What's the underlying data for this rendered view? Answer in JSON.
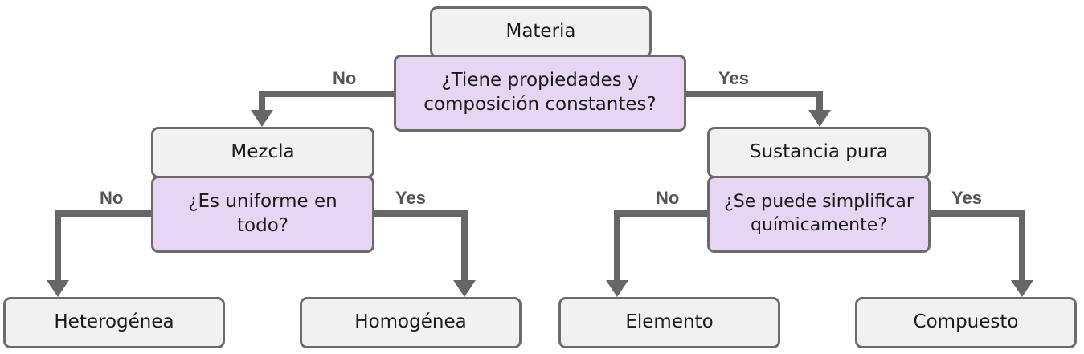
{
  "nodes": {
    "materia": "Materia",
    "q_constantes": "¿Tiene propiedades y composición constantes?",
    "mezcla": "Mezcla",
    "q_uniforme": "¿Es uniforme en todo?",
    "sustancia_pura": "Sustancia pura",
    "q_simplificar": "¿Se puede simplificar químicamente?",
    "heterogenea": "Heterogénea",
    "homogenea": "Homogénea",
    "elemento": "Elemento",
    "compuesto": "Compuesto"
  },
  "edges": {
    "no": "No",
    "yes": "Yes"
  },
  "colors": {
    "node_fill": "#f1f1f1",
    "question_fill": "#e6d6f3",
    "border": "#6b6b6b",
    "arrow": "#666666"
  }
}
